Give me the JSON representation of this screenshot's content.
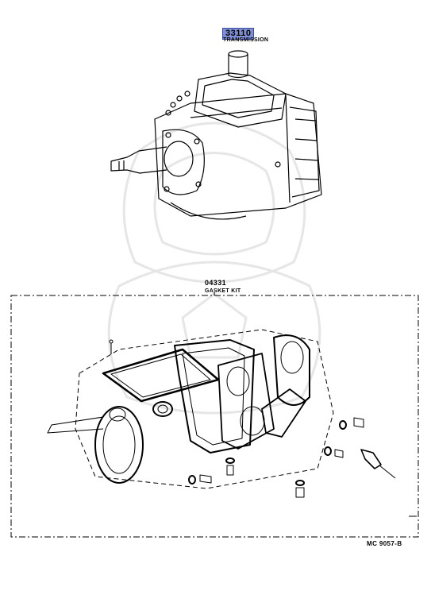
{
  "parts": [
    {
      "number": "33110",
      "name": "TRANSMISSION",
      "highlight": "#7f8fd6"
    },
    {
      "number": "04331",
      "name": "GASKET KIT"
    }
  ],
  "figure_code": "MC 9057-B",
  "colors": {
    "line": "#000000",
    "watermark": "#e6e6e6",
    "highlight": "#7f8fd6"
  }
}
